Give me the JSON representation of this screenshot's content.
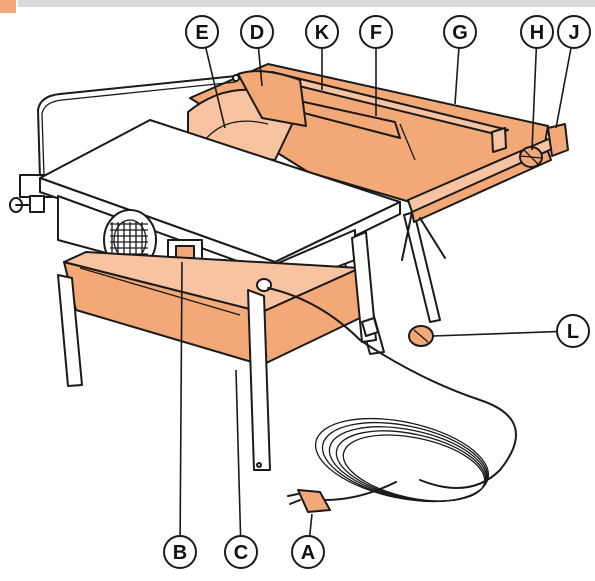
{
  "colors": {
    "accent": "#f3a877",
    "accent_light": "#f7c3a0",
    "top_bar": "#d9d9d9",
    "steel": "#ffffff",
    "ink": "#1a1a1a"
  },
  "callouts": {
    "A": "A",
    "B": "B",
    "C": "C",
    "D": "D",
    "E": "E",
    "F": "F",
    "G": "G",
    "H": "H",
    "J": "J",
    "K": "K",
    "L": "L"
  }
}
